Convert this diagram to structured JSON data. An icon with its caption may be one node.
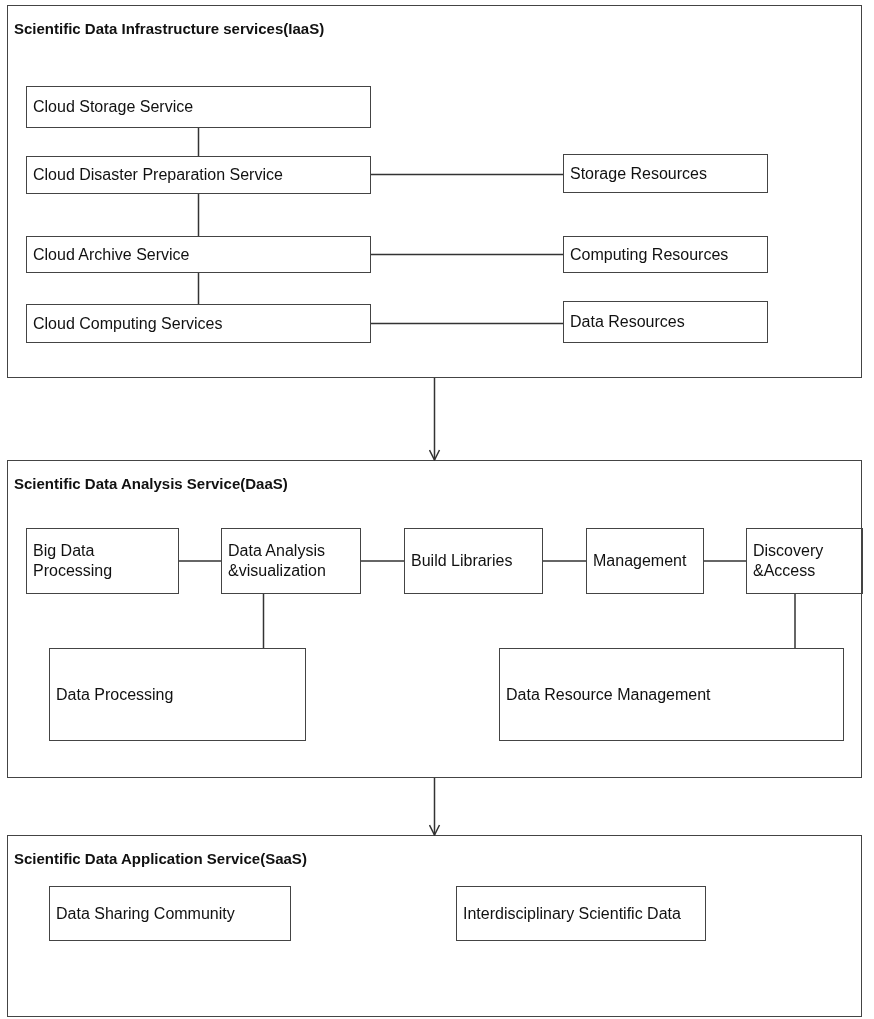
{
  "diagram": {
    "nodes": [
      {
        "text": [
          "Scientific Data Infrastructure services(IaaS)"
        ]
      },
      {
        "text": [
          "Cloud Storage Service"
        ],
        "in": 0
      },
      {
        "text": [
          "Cloud Disaster Preparation Service"
        ],
        "in": 0
      },
      {
        "text": [
          "Cloud Archive Service"
        ],
        "in": 0
      },
      {
        "text": [
          "Cloud Computing Services"
        ],
        "in": 0
      },
      {
        "text": [
          "Storage Resources"
        ],
        "in": 0
      },
      {
        "text": [
          "Computing Resources"
        ],
        "in": 0
      },
      {
        "text": [
          "Data Resources"
        ],
        "in": 0
      },
      {
        "text": [
          "Scientific Data Analysis Service(DaaS)"
        ]
      },
      {
        "text": [
          "Big Data Processing"
        ],
        "in": 8
      },
      {
        "text": [
          "Data Analysis &visualization"
        ],
        "in": 8
      },
      {
        "text": [
          "Build Libraries"
        ],
        "in": 8
      },
      {
        "text": [
          "Management"
        ],
        "in": 8
      },
      {
        "text": [
          "Discovery &Access"
        ],
        "in": 8
      },
      {
        "text": [
          "Data Processing"
        ],
        "in": 8
      },
      {
        "text": [
          "Data Resource Management"
        ],
        "in": 8
      },
      {
        "text": [
          "Scientific Data Application Service(SaaS)"
        ]
      },
      {
        "text": [
          "Data Sharing Community"
        ],
        "in": 16
      },
      {
        "text": [
          "Interdisciplinary Scientific Data"
        ],
        "in": 16
      }
    ],
    "edges": [
      {
        "from": 1,
        "to": 2,
        "arrow": "none"
      },
      {
        "from": 2,
        "to": 3,
        "arrow": "none"
      },
      {
        "from": 3,
        "to": 4,
        "arrow": "none"
      },
      {
        "from": 2,
        "to": 5,
        "arrow": "none"
      },
      {
        "from": 3,
        "to": 6,
        "arrow": "none"
      },
      {
        "from": 4,
        "to": 7,
        "arrow": "none"
      },
      {
        "from": 0,
        "to": 8,
        "arrow": "to"
      },
      {
        "from": 9,
        "to": 10,
        "arrow": "none"
      },
      {
        "from": 10,
        "to": 11,
        "arrow": "none"
      },
      {
        "from": 11,
        "to": 12,
        "arrow": "none"
      },
      {
        "from": 12,
        "to": 13,
        "arrow": "none"
      },
      {
        "from": 10,
        "to": 14,
        "arrow": "none"
      },
      {
        "from": 13,
        "to": 15,
        "arrow": "none"
      },
      {
        "from": 8,
        "to": 16,
        "arrow": "to"
      }
    ]
  }
}
